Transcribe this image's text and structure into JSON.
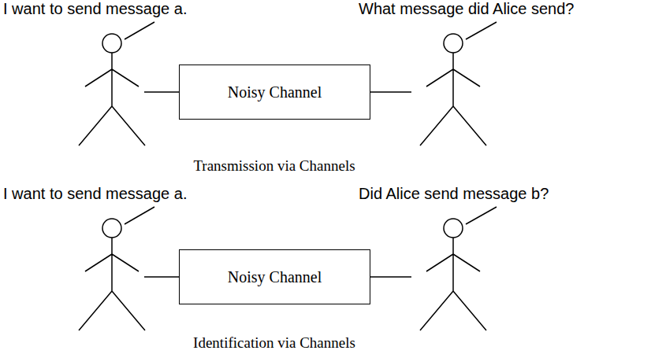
{
  "diagram": {
    "nodes": [
      {
        "text": [
          "Noisy Channel"
        ]
      },
      {
        "text": [
          "Noisy Channel"
        ]
      }
    ],
    "labels": [
      "I want to send message a.",
      "What message did Alice send?",
      "Transmission via Channels",
      "I want to send message a.",
      "Did Alice send message b?",
      "Identification via Channels"
    ]
  }
}
